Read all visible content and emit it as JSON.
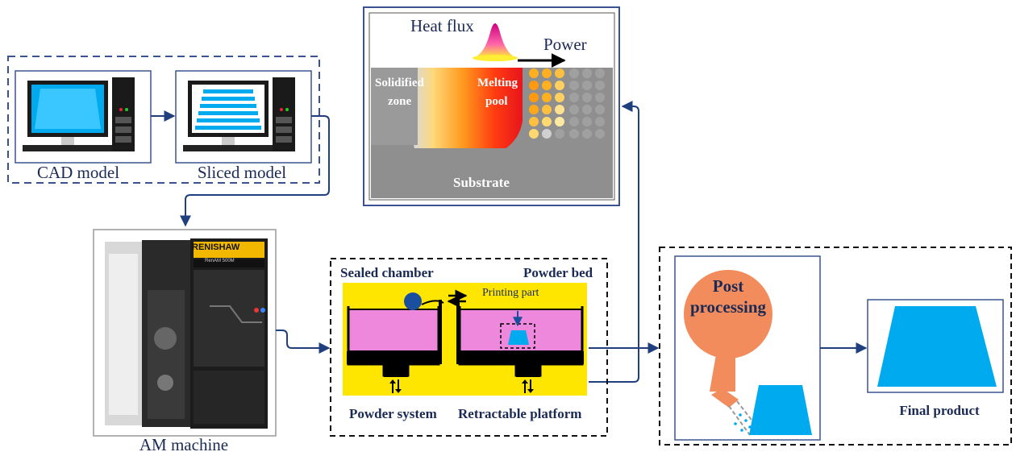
{
  "labels": {
    "cad_model": "CAD model",
    "sliced_model": "Sliced model",
    "heat_flux": "Heat flux",
    "power": "Power",
    "solidified_zone_1": "Solidified",
    "solidified_zone_2": "zone",
    "melting_pool_1": "Melting",
    "melting_pool_2": "pool",
    "substrate": "Substrate",
    "am_machine": "AM machine",
    "machine_brand": "RENISHAW",
    "machine_model": "RenAM 500M",
    "sealed_chamber": "Sealed chamber",
    "powder_bed": "Powder bed",
    "printing_part": "Printing part",
    "powder_system": "Powder system",
    "retractable_platform": "Retractable platform",
    "post_processing_1": "Post",
    "post_processing_2": "processing",
    "final_product": "Final product"
  },
  "colors": {
    "flow_arrow": "#1f3f7f",
    "frame_blue": "#3a5390",
    "screen_blue": "#00aaee",
    "powder_bed_bg": "#ffe600",
    "powder_pink": "#ee88dd",
    "melt_red": "#e8141c",
    "post_processing_orange": "#f28c5c",
    "substrate_gray": "#8f8f8f"
  }
}
